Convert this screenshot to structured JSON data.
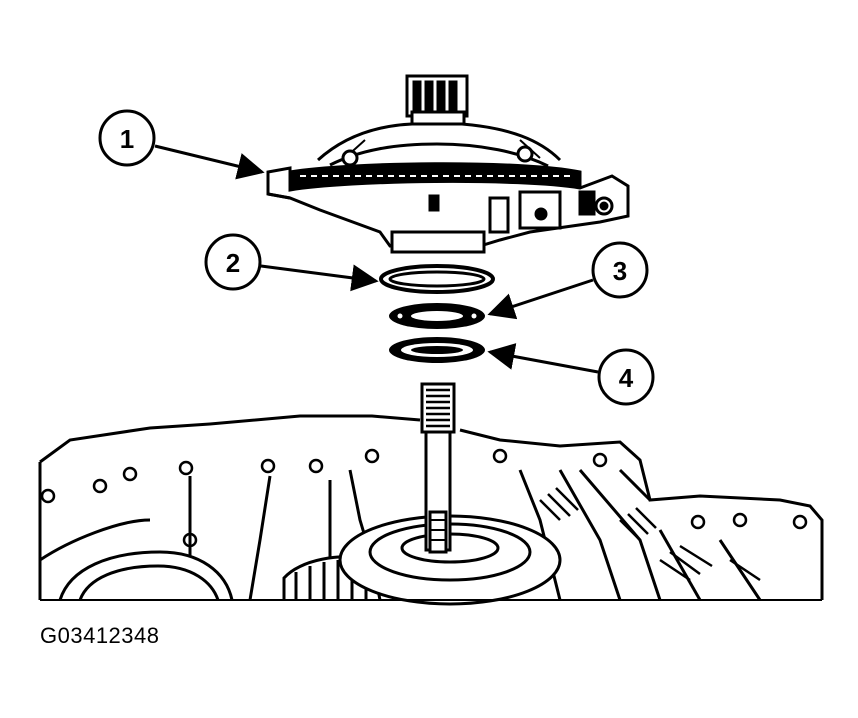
{
  "figure_code": "G03412348",
  "callouts": [
    {
      "number": "1"
    },
    {
      "number": "2"
    },
    {
      "number": "3"
    },
    {
      "number": "4"
    }
  ],
  "colors": {
    "ink": "#000000",
    "paper": "#ffffff"
  }
}
